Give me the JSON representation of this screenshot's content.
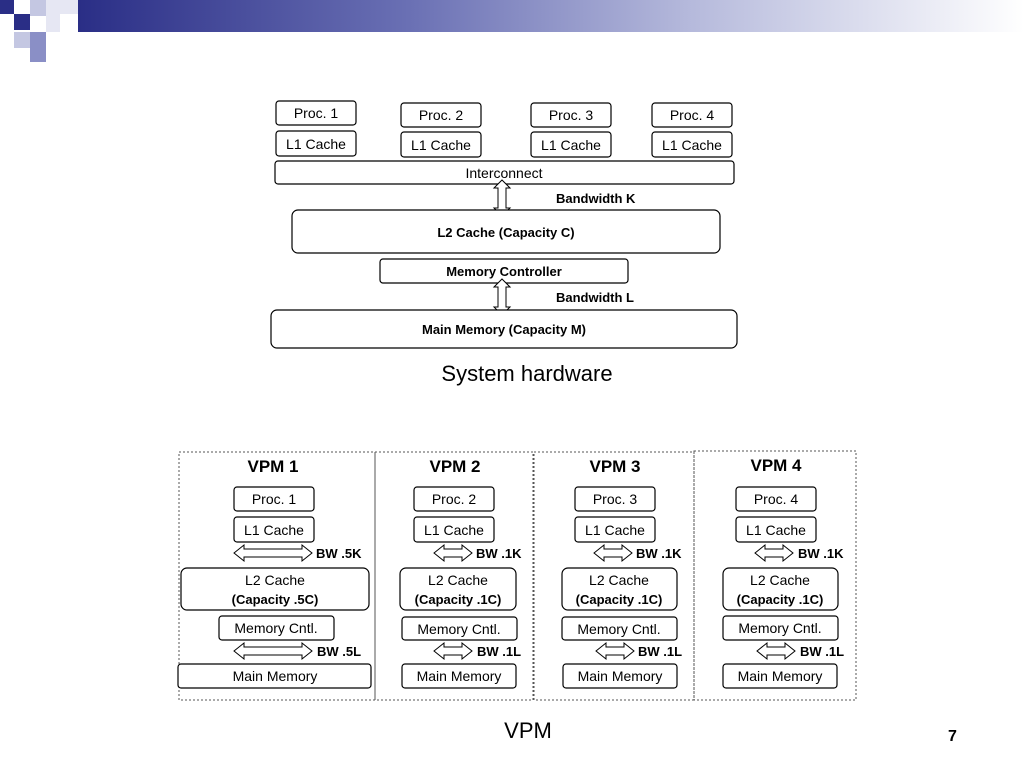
{
  "system": {
    "procs": [
      "Proc. 1",
      "Proc. 2",
      "Proc. 3",
      "Proc. 4"
    ],
    "l1": "L1 Cache",
    "interconnect": "Interconnect",
    "bandwidth_k": "Bandwidth K",
    "l2": "L2 Cache (Capacity C)",
    "memory_controller": "Memory Controller",
    "bandwidth_l": "Bandwidth L",
    "main_memory": "Main Memory (Capacity M)",
    "caption": "System hardware"
  },
  "vpms": [
    {
      "title": "VPM 1",
      "proc": "Proc. 1",
      "l1": "L1 Cache",
      "bw_top": "BW .5K",
      "l2_line1": "L2 Cache",
      "l2_line2": "(Capacity .5C)",
      "mem_cntl": "Memory Cntl.",
      "bw_bottom": "BW .5L",
      "main_memory": "Main Memory"
    },
    {
      "title": "VPM 2",
      "proc": "Proc. 2",
      "l1": "L1 Cache",
      "bw_top": "BW .1K",
      "l2_line1": "L2 Cache",
      "l2_line2": "(Capacity .1C)",
      "mem_cntl": "Memory Cntl.",
      "bw_bottom": "BW .1L",
      "main_memory": "Main Memory"
    },
    {
      "title": "VPM 3",
      "proc": "Proc. 3",
      "l1": "L1 Cache",
      "bw_top": "BW .1K",
      "l2_line1": "L2 Cache",
      "l2_line2": "(Capacity .1C)",
      "mem_cntl": "Memory Cntl.",
      "bw_bottom": "BW .1L",
      "main_memory": "Main Memory"
    },
    {
      "title": "VPM 4",
      "proc": "Proc. 4",
      "l1": "L1 Cache",
      "bw_top": "BW .1K",
      "l2_line1": "L2 Cache",
      "l2_line2": "(Capacity .1C)",
      "mem_cntl": "Memory Cntl.",
      "bw_bottom": "BW .1L",
      "main_memory": "Main Memory"
    }
  ],
  "vpm_caption": "VPM",
  "page_number": "7",
  "colors": {
    "header_dark": "#2a2e86",
    "header_light": "#b6badc",
    "square_mid": "#8a8fc6"
  }
}
